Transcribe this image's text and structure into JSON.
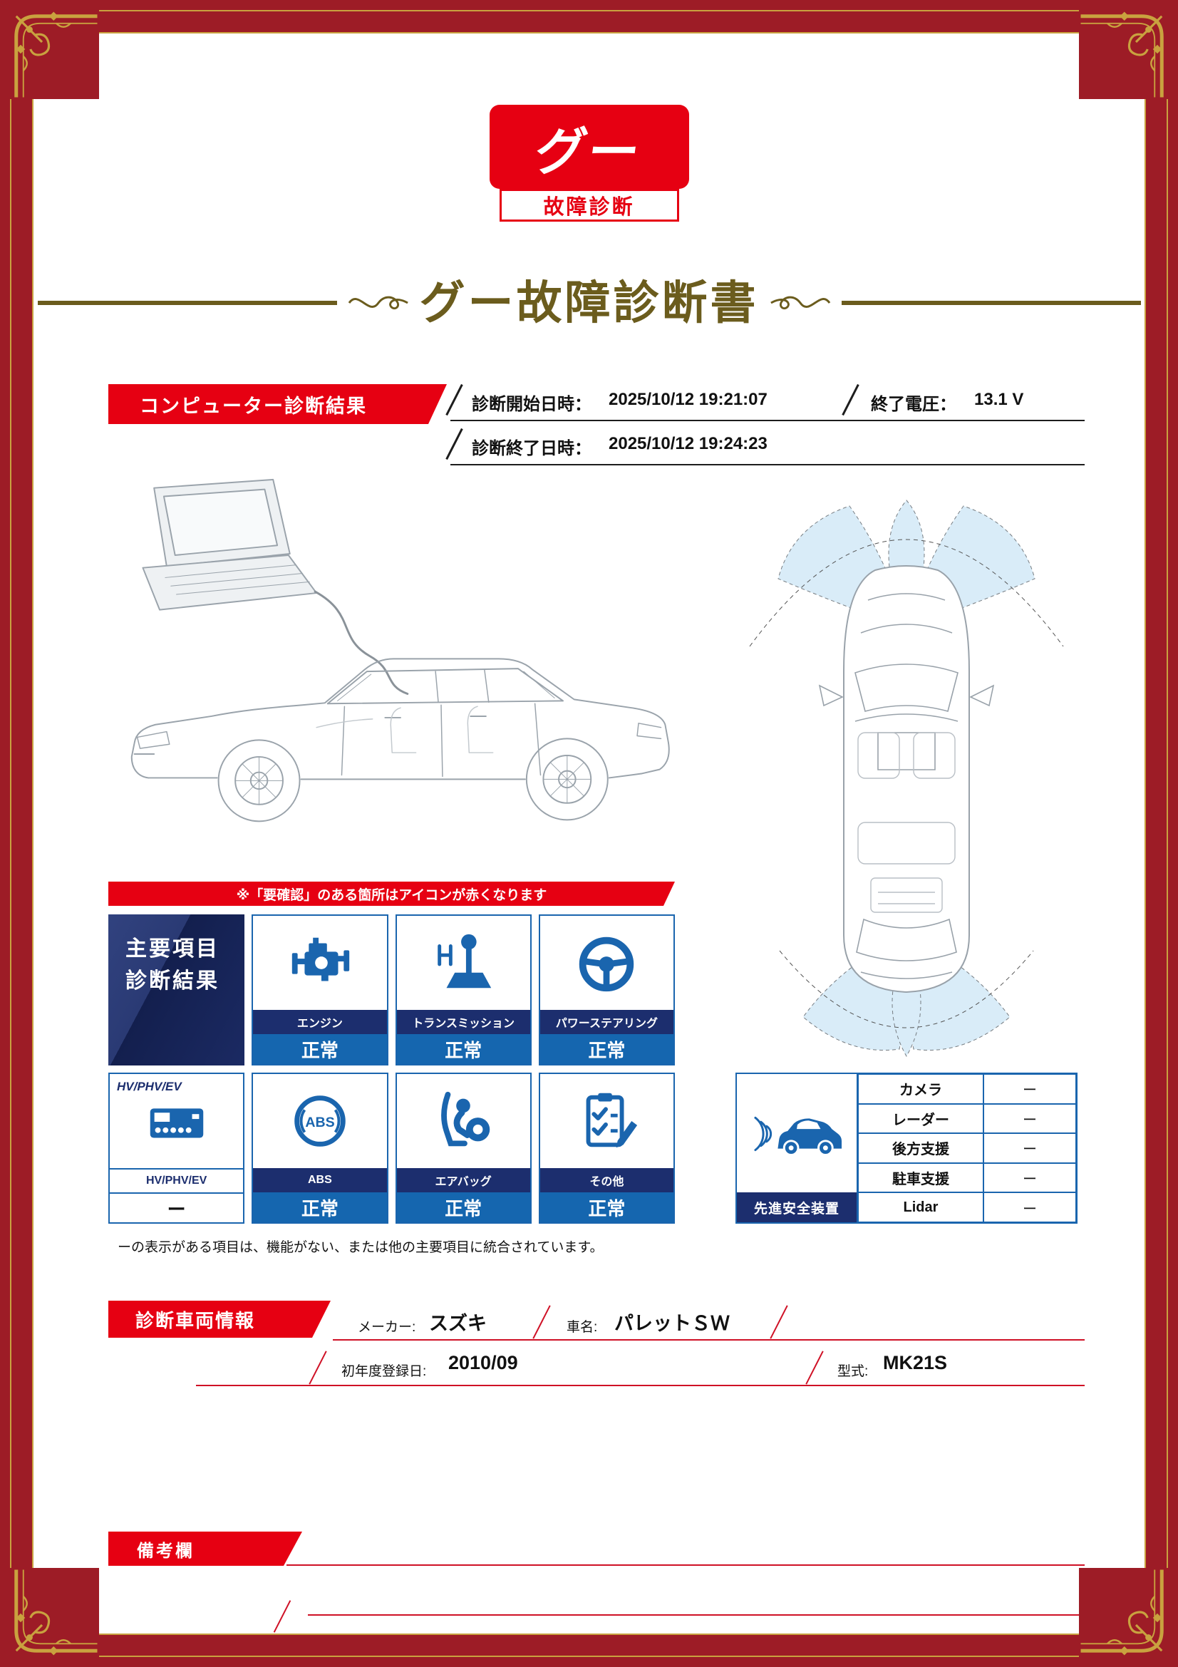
{
  "colors": {
    "frame_red": "#9d1c26",
    "accent_red": "#e60012",
    "gold": "#c9a23f",
    "title_brown": "#6b5c1d",
    "navy": "#1c2e6e",
    "status_blue": "#1566af",
    "icon_blue": "#1a65ae",
    "sensor_blue": "#d9ecf8"
  },
  "logo": {
    "mark": "グー",
    "caption": "故障診断"
  },
  "title": "グー故障診断書",
  "computer_diagnosis": {
    "section_title": "コンピューター診断結果",
    "start_label": "診断開始日時：",
    "start_value": "2025/10/12 19:21:07",
    "voltage_label": "終了電圧：",
    "voltage_value": "13.1 V",
    "end_label": "診断終了日時：",
    "end_value": "2025/10/12 19:24:23"
  },
  "diagnosis_grid": {
    "warning_note": "※「要確認」のある箇所はアイコンが赤くなります",
    "header_line1": "主要項目",
    "header_line2": "診断結果",
    "items": [
      {
        "icon": "engine-icon",
        "label": "エンジン",
        "status": "正常"
      },
      {
        "icon": "transmission-icon",
        "label": "トランスミッション",
        "status": "正常"
      },
      {
        "icon": "power-steering-icon",
        "label": "パワーステアリング",
        "status": "正常"
      },
      {
        "icon": "hv-phv-ev-icon",
        "corner_label": "HV/PHV/EV",
        "label": "HV/PHV/EV",
        "status": "ー"
      },
      {
        "icon": "abs-icon",
        "label": "ABS",
        "status": "正常"
      },
      {
        "icon": "airbag-icon",
        "label": "エアバッグ",
        "status": "正常"
      },
      {
        "icon": "other-icon",
        "label": "その他",
        "status": "正常"
      }
    ],
    "footnote": "ーの表示がある項目は、機能がない、または他の主要項目に統合されています。"
  },
  "safety_devices": {
    "title": "先進安全装置",
    "rows": [
      {
        "label": "カメラ",
        "value": "ー"
      },
      {
        "label": "レーダー",
        "value": "ー"
      },
      {
        "label": "後方支援",
        "value": "ー"
      },
      {
        "label": "駐車支援",
        "value": "ー"
      },
      {
        "label": "Lidar",
        "value": "ー"
      }
    ]
  },
  "vehicle_info": {
    "section_title": "診断車両情報",
    "maker_label": "メーカー:",
    "maker_value": "スズキ",
    "car_name_label": "車名:",
    "car_name_value": "パレットＳＷ",
    "first_registration_label": "初年度登録日:",
    "first_registration_value": "2010/09",
    "model_label": "型式:",
    "model_value": "MK21S"
  },
  "remarks": {
    "section_title": "備考欄"
  }
}
